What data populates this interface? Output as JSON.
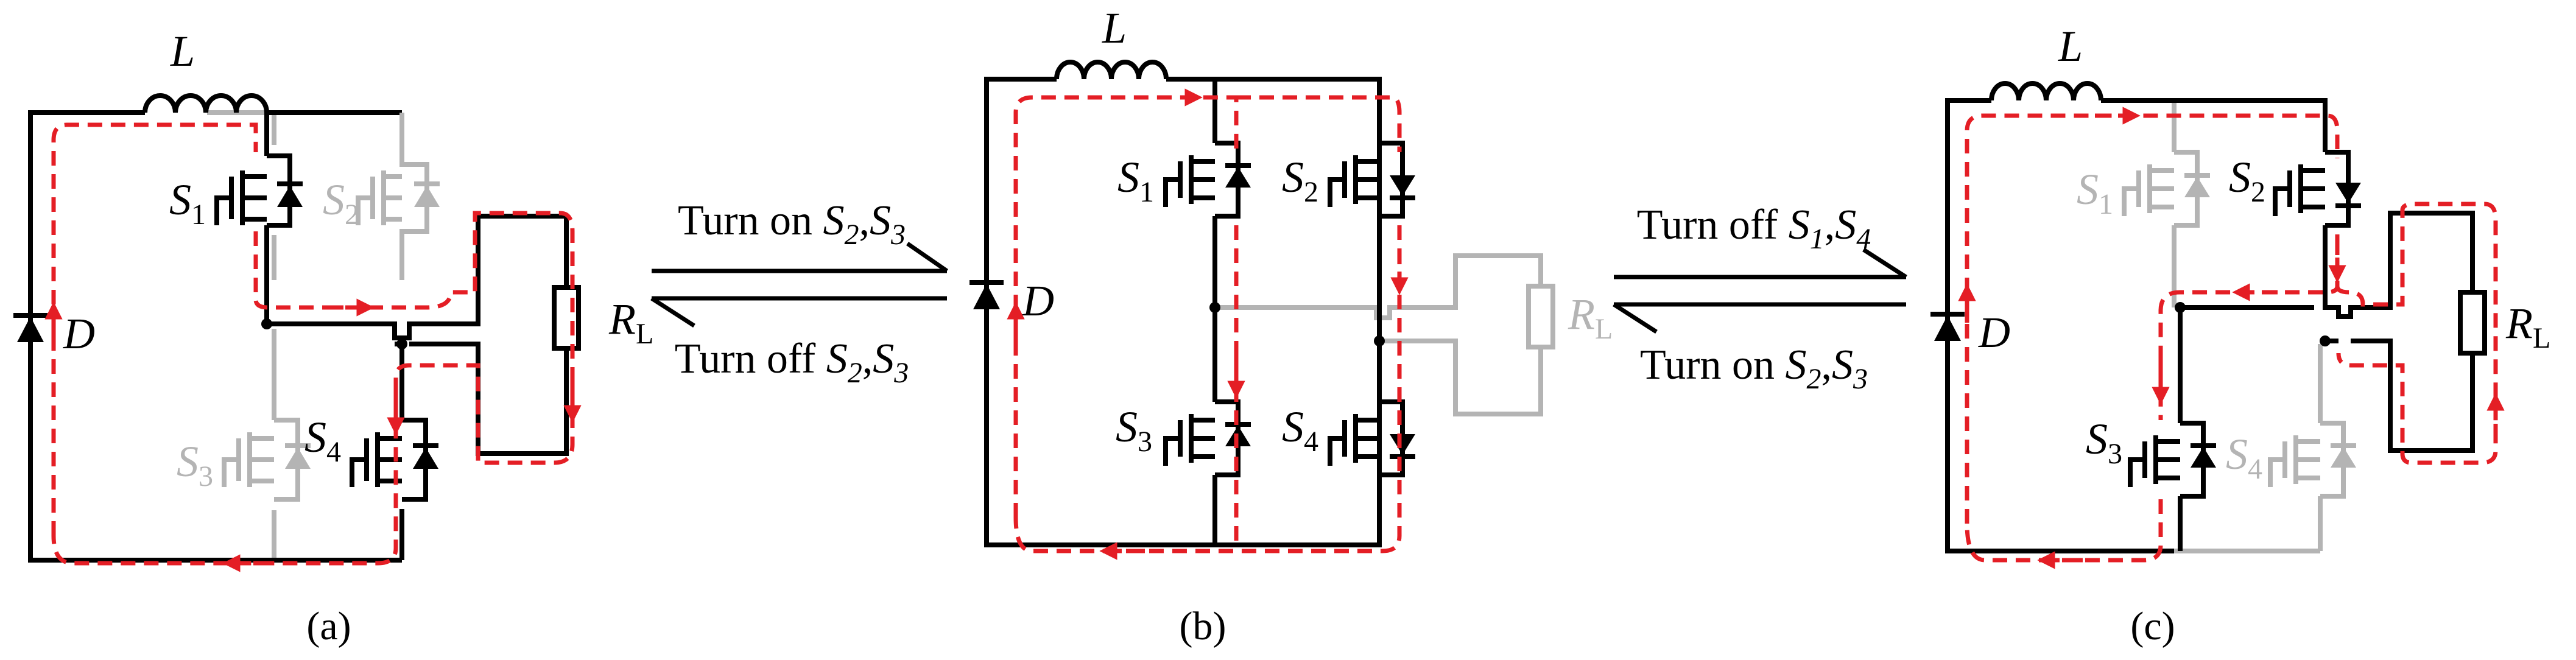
{
  "colors": {
    "active": "#000000",
    "inactive": "#b4b4b4",
    "path": "#e41e25"
  },
  "panels": [
    {
      "caption": "(a)",
      "inductor": {
        "label": "L"
      },
      "diode": {
        "label": "D"
      },
      "switches": [
        {
          "label": "S",
          "sub": "1",
          "state": "on"
        },
        {
          "label": "S",
          "sub": "2",
          "state": "off"
        },
        {
          "label": "S",
          "sub": "3",
          "state": "off"
        },
        {
          "label": "S",
          "sub": "4",
          "state": "on"
        }
      ],
      "load": {
        "label": "R",
        "sub": "L",
        "state": "on"
      }
    },
    {
      "caption": "(b)",
      "inductor": {
        "label": "L"
      },
      "diode": {
        "label": "D"
      },
      "switches": [
        {
          "label": "S",
          "sub": "1",
          "state": "on"
        },
        {
          "label": "S",
          "sub": "2",
          "state": "on"
        },
        {
          "label": "S",
          "sub": "3",
          "state": "on"
        },
        {
          "label": "S",
          "sub": "4",
          "state": "on"
        }
      ],
      "load": {
        "label": "R",
        "sub": "L",
        "state": "off"
      }
    },
    {
      "caption": "(c)",
      "inductor": {
        "label": "L"
      },
      "diode": {
        "label": "D"
      },
      "switches": [
        {
          "label": "S",
          "sub": "1",
          "state": "off"
        },
        {
          "label": "S",
          "sub": "2",
          "state": "on"
        },
        {
          "label": "S",
          "sub": "3",
          "state": "on"
        },
        {
          "label": "S",
          "sub": "4",
          "state": "off"
        }
      ],
      "load": {
        "label": "R",
        "sub": "L",
        "state": "on"
      }
    }
  ],
  "transitions": [
    {
      "top": {
        "prefix": "Turn on ",
        "a": "S",
        "a_sub": "2",
        "sep": ",",
        "b": "S",
        "b_sub": "3"
      },
      "bottom": {
        "prefix": "Turn off ",
        "a": "S",
        "a_sub": "2",
        "sep": ",",
        "b": "S",
        "b_sub": "3"
      }
    },
    {
      "top": {
        "prefix": "Turn off ",
        "a": "S",
        "a_sub": "1",
        "sep": ",",
        "b": "S",
        "b_sub": "4"
      },
      "bottom": {
        "prefix": "Turn on ",
        "a": "S",
        "a_sub": "2",
        "sep": ",",
        "b": "S",
        "b_sub": "3"
      }
    }
  ]
}
